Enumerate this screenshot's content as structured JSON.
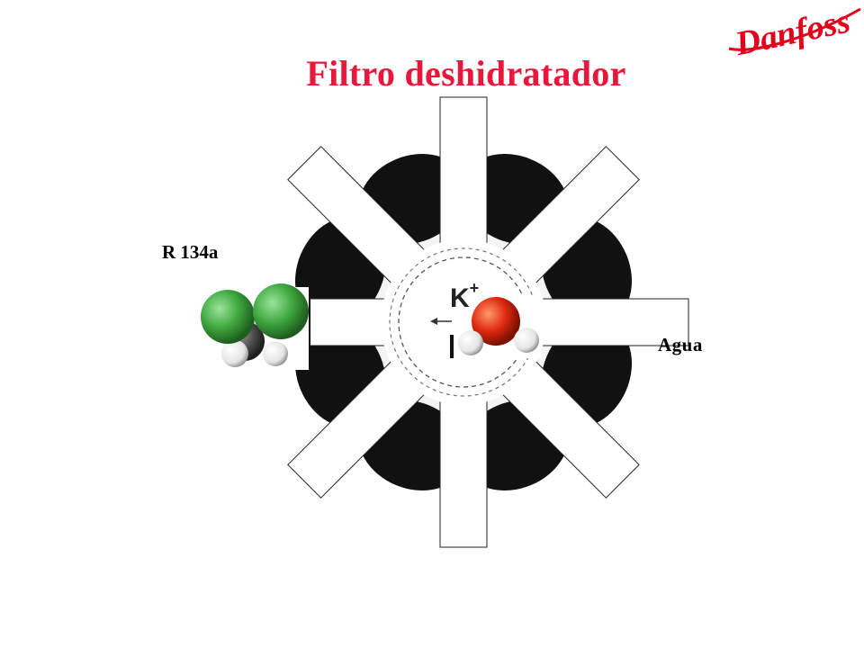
{
  "slide": {
    "title": "Filtro deshidratador",
    "title_color": "#e8173c",
    "brand_color": "#e2001a",
    "brand_name": "Danfoss"
  },
  "diagram": {
    "cation_label": "K",
    "cation_charge": "+",
    "molecule_left_label": "R 134a",
    "molecule_right_label": "Agua",
    "colors": {
      "zeolite_black": "#111111",
      "fluorine_green": "#3fa83f",
      "carbon_grey": "#4a4a4a",
      "hydrogen_white": "#f2f2f2",
      "oxygen_red": "#e02810"
    }
  }
}
